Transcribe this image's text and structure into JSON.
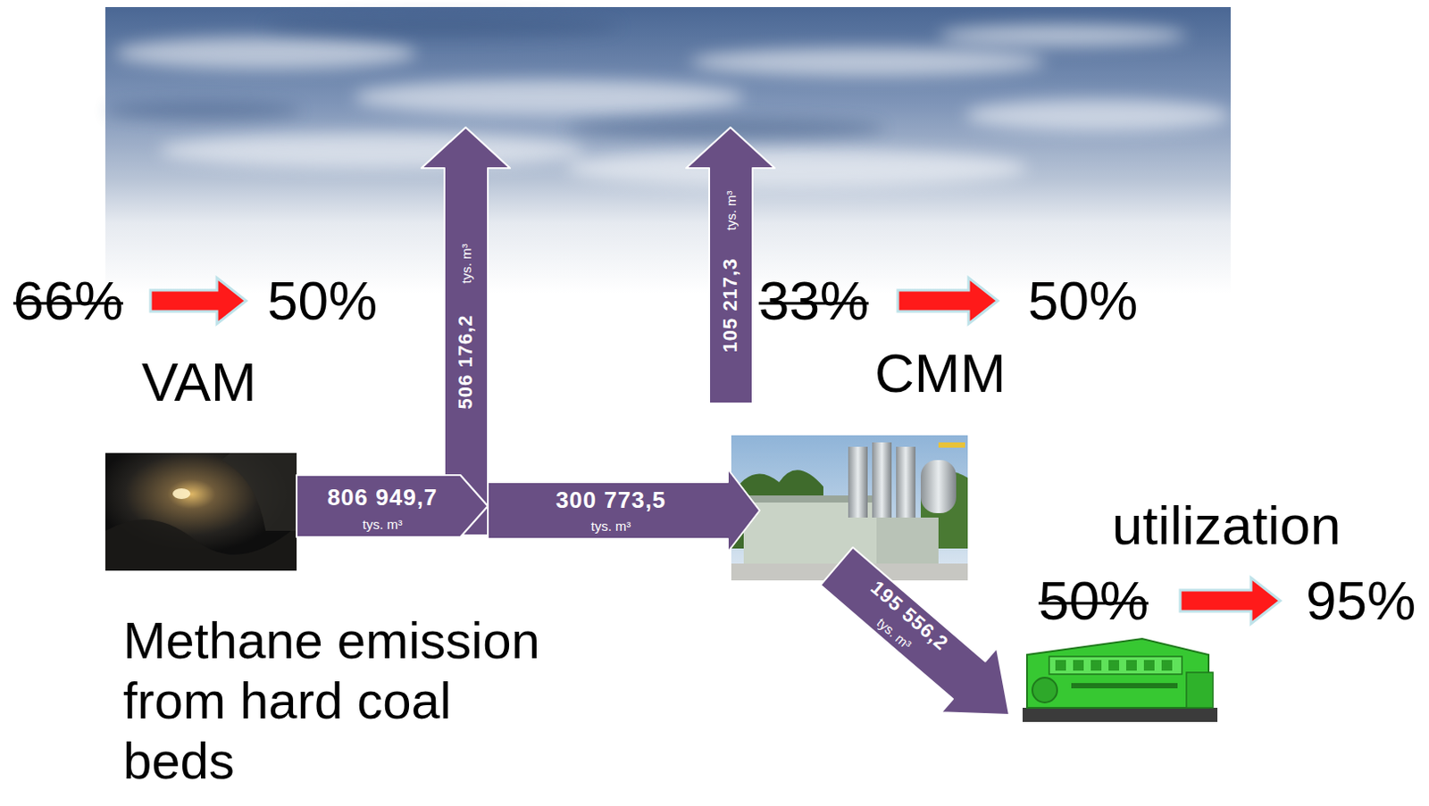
{
  "diagram": {
    "nodes": [
      {
        "text": [
          "Methane emission from hard coal beds"
        ]
      },
      {
        "text": [
          "utilization"
        ]
      }
    ],
    "labels": [
      "66%",
      "50%",
      "VAM",
      "33%",
      "50%",
      "CMM",
      "50%",
      "95%",
      "806 949,7",
      "tys. m³",
      "506 176,2",
      "tys. m³",
      "300 773,5",
      "tys. m³",
      "105 217,3",
      "tys. m³",
      "195 556,2",
      "tys. m³"
    ]
  }
}
